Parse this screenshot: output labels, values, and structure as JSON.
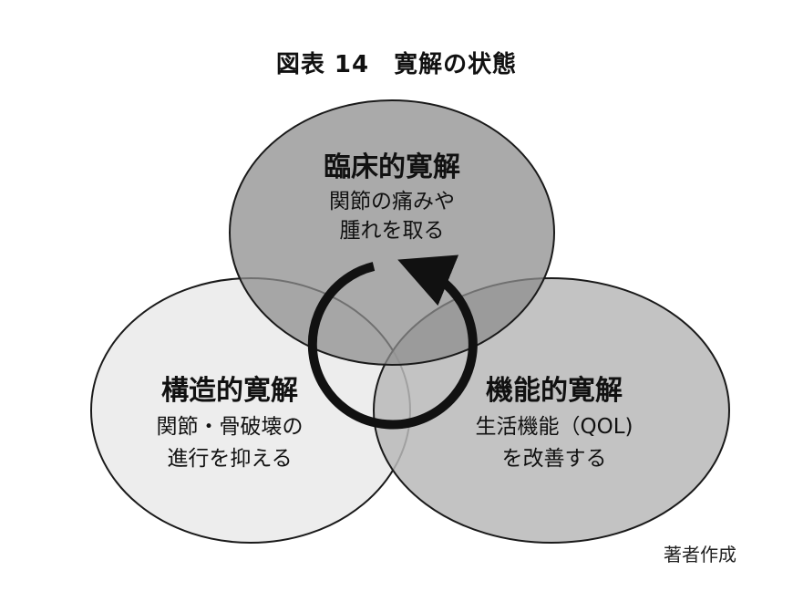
{
  "title": "図表 14　寛解の状態",
  "circles": {
    "clinical": {
      "title": "臨床的寛解",
      "lines": [
        "関節の痛みや",
        "腫れを取る"
      ],
      "fill": "#8e8e8e"
    },
    "structural": {
      "title": "構造的寛解",
      "lines": [
        "関節・骨破壊の",
        "進行を抑える"
      ],
      "fill": "#ececec"
    },
    "functional": {
      "title": "機能的寛解",
      "lines": [
        "生活機能（QOL)",
        "を改善する"
      ],
      "fill": "#b9b9b9"
    }
  },
  "credit": "著者作成"
}
